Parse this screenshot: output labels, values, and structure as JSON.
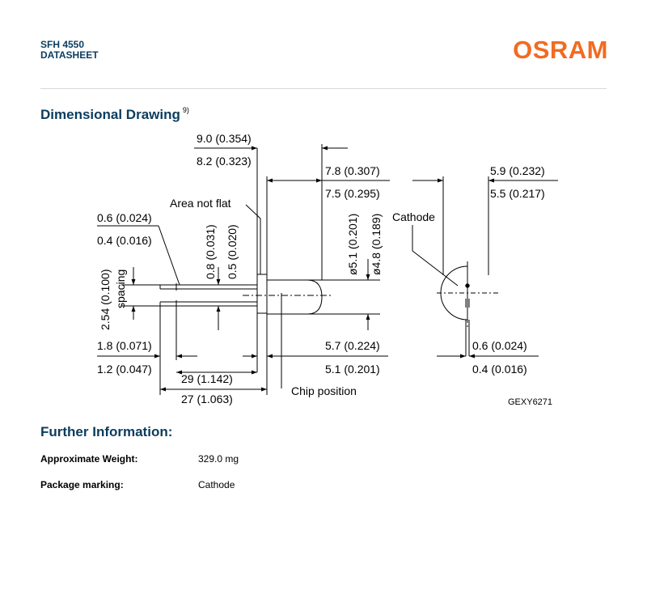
{
  "header": {
    "product": "SFH 4550",
    "doc_type": "DATASHEET",
    "brand": "OSRAM",
    "brand_color": "#f26b21",
    "title_color": "#0b3c5d"
  },
  "dimensional_drawing": {
    "title": "Dimensional Drawing",
    "footnote": "9)",
    "labels": {
      "len_top_a": "9.0 (0.354)",
      "len_top_b": "8.2 (0.323)",
      "area_not_flat": "Area not flat",
      "lead_w_a": "0.6 (0.024)",
      "lead_w_b": "0.4 (0.016)",
      "lead_t_a": "0.8 (0.031)",
      "lead_t_b": "0.5 (0.020)",
      "spacing_val": "2.54 (0.100)",
      "spacing_word": "spacing",
      "lead_stub_a": "1.8 (0.071)",
      "lead_stub_b": "1.2 (0.047)",
      "lead_len_a": "29 (1.142)",
      "lead_len_b": "27 (1.063)",
      "body_len_a": "7.8 (0.307)",
      "body_len_b": "7.5 (0.295)",
      "dia_a": "ø5.1 (0.201)",
      "dia_b": "ø4.8 (0.189)",
      "chip_a": "5.7 (0.224)",
      "chip_b": "5.1 (0.201)",
      "chip_position": "Chip position",
      "cathode": "Cathode",
      "flat_a": "5.9 (0.232)",
      "flat_b": "5.5 (0.217)",
      "pin_a": "0.6 (0.024)",
      "pin_b": "0.4 (0.016)",
      "drawing_code": "GEXY6271"
    }
  },
  "further_information": {
    "title": "Further Information:",
    "rows": [
      {
        "label": "Approximate Weight:",
        "value": "329.0 mg"
      },
      {
        "label": "Package marking:",
        "value": "Cathode"
      }
    ]
  }
}
